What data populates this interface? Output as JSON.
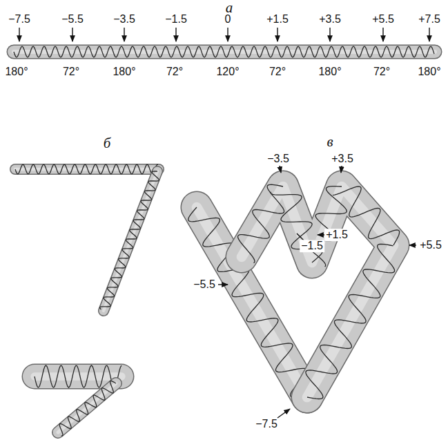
{
  "diagram": {
    "labels": [
      "а",
      "−7.5",
      "−5.5",
      "−3.5",
      "−1.5",
      "0",
      "+1.5",
      "+3.5",
      "+5.5",
      "+7.5",
      "180°",
      "72°",
      "180°",
      "72°",
      "120°",
      "72°",
      "180°",
      "72°",
      "180°",
      "б",
      "в",
      "−3.5",
      "+3.5",
      "−5.5",
      "−1.5",
      "+1.5",
      "+5.5",
      "−7.5"
    ]
  }
}
